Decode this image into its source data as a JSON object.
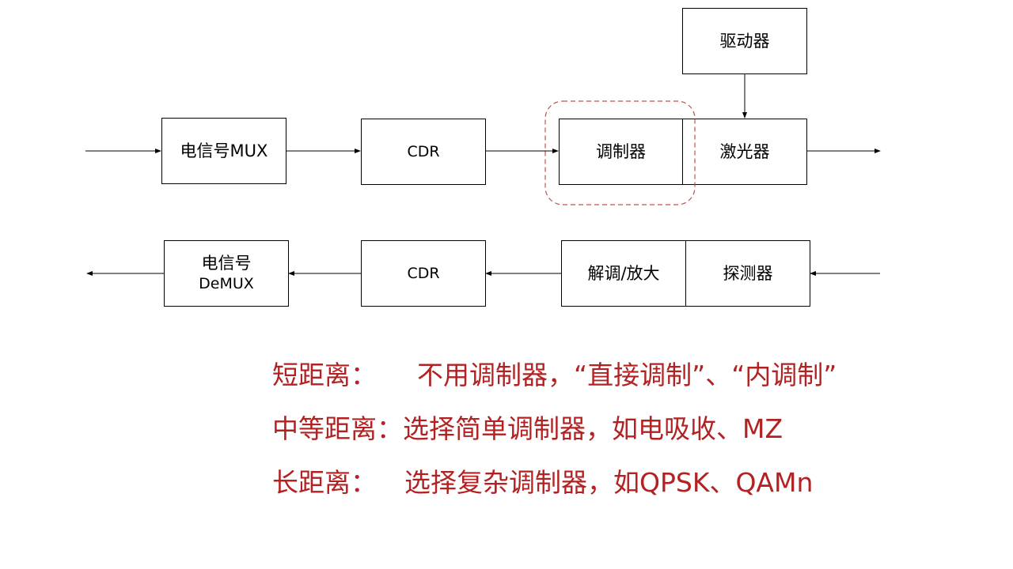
{
  "colors": {
    "block_border": "#000000",
    "highlight_dashed": "#c0504d",
    "note_text": "#b22222"
  },
  "transmitter": {
    "mux_label": "电信号MUX",
    "cdr_label": "CDR",
    "modulator_label": "调制器",
    "laser_label": "激光器",
    "driver_label": "驱动器"
  },
  "receiver": {
    "demux_line1": "电信号",
    "demux_line2": "DeMUX",
    "cdr_label": "CDR",
    "demod_label": "解调/放大",
    "detector_label": "探测器"
  },
  "notes": [
    {
      "head": "短距离：",
      "body": "不用调制器，“直接调制”、“内调制”"
    },
    {
      "head": "中等距离：",
      "body": "选择简单调制器，如电吸收、MZ"
    },
    {
      "head": "长距离：",
      "body": "选择复杂调制器，如QPSK、QAMn"
    }
  ]
}
